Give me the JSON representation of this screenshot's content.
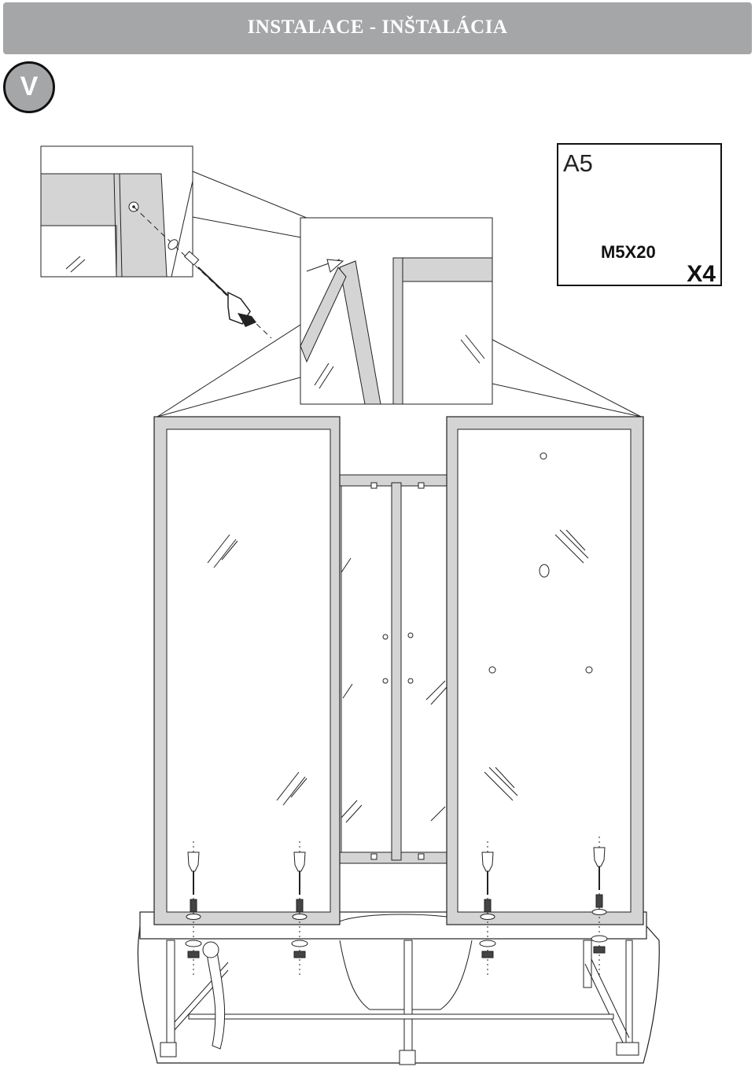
{
  "header": {
    "title": "INSTALACE - INŠTALÁCIA"
  },
  "step": {
    "letter": "V"
  },
  "parts": {
    "code": "A5",
    "size": "M5X20",
    "quantity": "X4"
  },
  "colors": {
    "header_bg": "#a4a6a8",
    "frame_fill": "#d4d4d4",
    "line": "#222222"
  }
}
